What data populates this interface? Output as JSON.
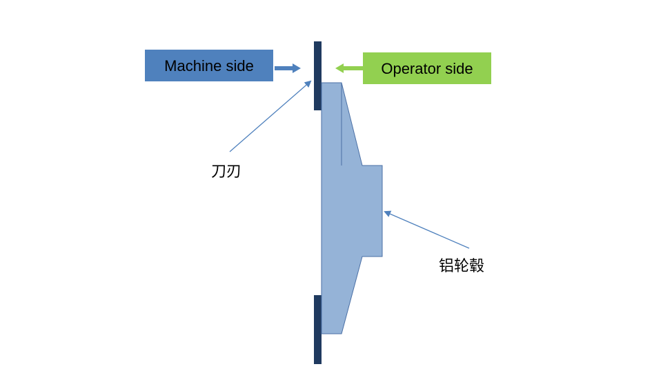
{
  "labels": {
    "machine_side": "Machine side",
    "operator_side": "Operator side",
    "blade": "刀刃",
    "aluminum_hub": "铝轮毂"
  },
  "colors": {
    "machine_box": "#4f81bd",
    "operator_box": "#92d050",
    "blade": "#1f3a5f",
    "hub_fill": "#95b3d7",
    "hub_stroke": "#4a6fa5",
    "leader": "#4f81bd",
    "text": "#000000"
  }
}
